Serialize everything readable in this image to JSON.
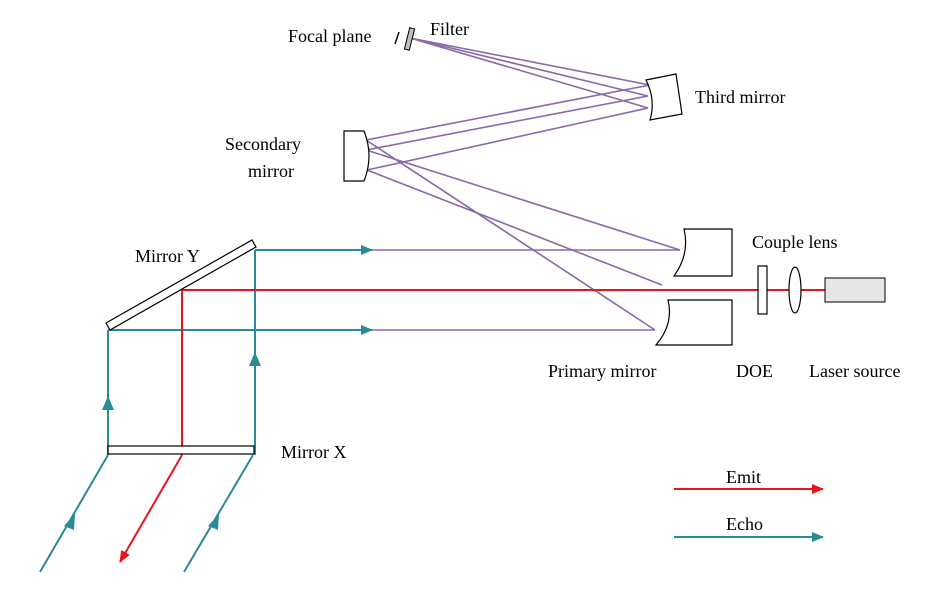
{
  "labels": {
    "focal_plane": "Focal plane",
    "filter": "Filter",
    "third_mirror": "Third mirror",
    "secondary_mirror_line1": "Secondary",
    "secondary_mirror_line2": "mirror",
    "mirror_y": "Mirror Y",
    "couple_lens": "Couple lens",
    "primary_mirror": "Primary mirror",
    "doe": "DOE",
    "laser_source": "Laser source",
    "mirror_x": "Mirror X"
  },
  "legend": {
    "emit": "Emit",
    "echo": "Echo"
  },
  "colors": {
    "emit": "#e8141c",
    "echo": "#2a8a96",
    "optical_ray": "#8a6aa8",
    "outline": "#000000",
    "component_fill": "#ffffff",
    "laser_source_fill": "#e6e6e6"
  }
}
